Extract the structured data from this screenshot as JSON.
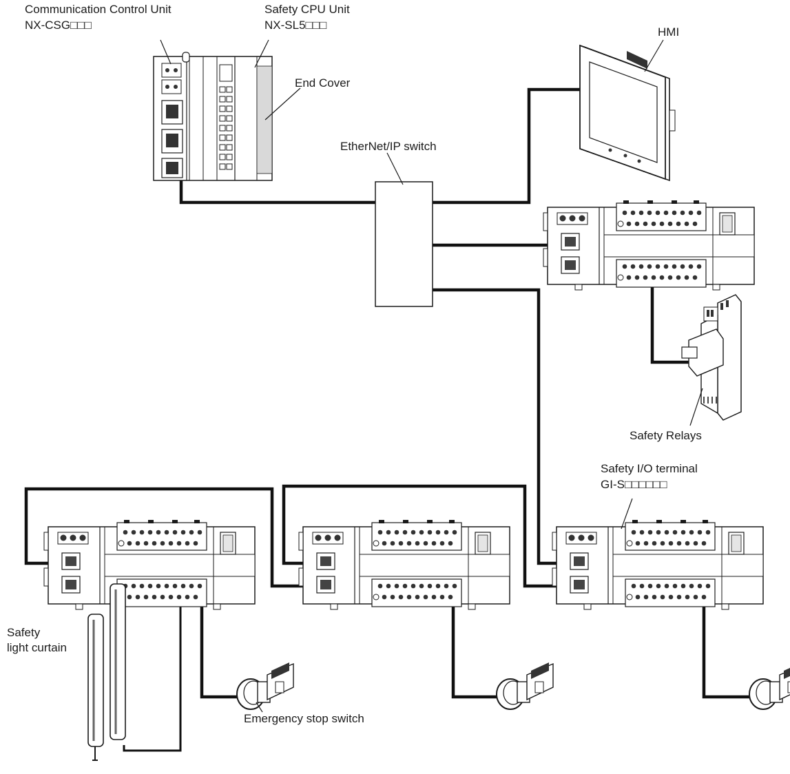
{
  "labels": {
    "ccu_name": "Communication Control Unit",
    "ccu_model": "NX-CSG□□□",
    "safety_cpu_name": "Safety CPU Unit",
    "safety_cpu_model": "NX-SL5□□□",
    "end_cover": "End Cover",
    "hmi": "HMI",
    "ethernet_switch": "EtherNet/IP switch",
    "safety_relays": "Safety Relays",
    "safety_io_name": "Safety I/O terminal",
    "safety_io_model": "GI-S□□□□□□",
    "light_curtain_line1": "Safety",
    "light_curtain_line2": "light curtain",
    "emergency_stop": "Emergency stop switch"
  },
  "colors": {
    "line": "#1a1a1a",
    "cable": "#111111",
    "device_fill": "#ffffff",
    "shade": "#d9d9d9"
  }
}
